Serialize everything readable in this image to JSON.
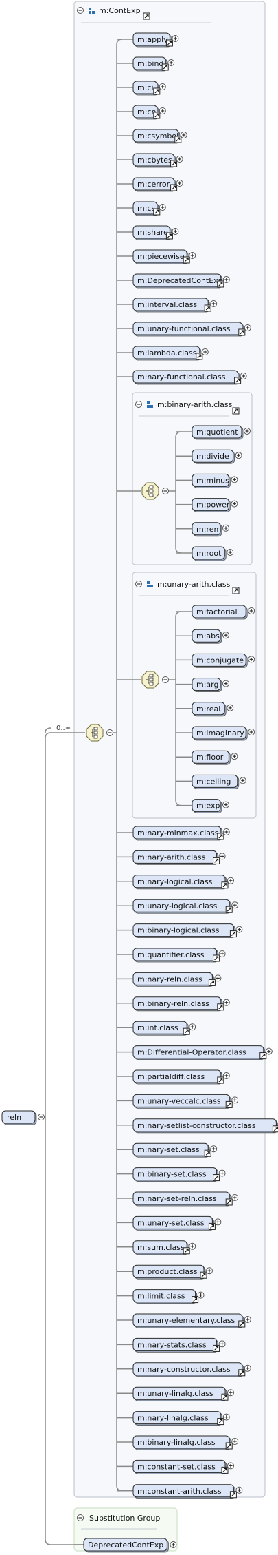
{
  "root": {
    "label": "reln"
  },
  "multiplicity": "0..∞",
  "group": {
    "title": "m:ContExp",
    "items_top": [
      "m:apply",
      "m:bind",
      "m:ci",
      "m:cn",
      "m:csymbol",
      "m:cbytes",
      "m:cerror",
      "m:cs",
      "m:share",
      "m:piecewise",
      "m:DeprecatedContExp",
      "m:interval.class",
      "m:unary-functional.class",
      "m:lambda.class",
      "m:nary-functional.class"
    ],
    "binary_arith": {
      "title": "m:binary-arith.class",
      "items": [
        "m:quotient",
        "m:divide",
        "m:minus",
        "m:power",
        "m:rem",
        "m:root"
      ]
    },
    "unary_arith": {
      "title": "m:unary-arith.class",
      "items": [
        "m:factorial",
        "m:abs",
        "m:conjugate",
        "m:arg",
        "m:real",
        "m:imaginary",
        "m:floor",
        "m:ceiling",
        "m:exp"
      ]
    },
    "items_bottom": [
      "m:nary-minmax.class",
      "m:nary-arith.class",
      "m:nary-logical.class",
      "m:unary-logical.class",
      "m:binary-logical.class",
      "m:quantifier.class",
      "m:nary-reln.class",
      "m:binary-reln.class",
      "m:int.class",
      "m:Differential-Operator.class",
      "m:partialdiff.class",
      "m:unary-veccalc.class",
      "m:nary-setlist-constructor.class",
      "m:nary-set.class",
      "m:binary-set.class",
      "m:nary-set-reln.class",
      "m:unary-set.class",
      "m:sum.class",
      "m:product.class",
      "m:limit.class",
      "m:unary-elementary.class",
      "m:nary-stats.class",
      "m:nary-constructor.class",
      "m:unary-linalg.class",
      "m:nary-linalg.class",
      "m:binary-linalg.class",
      "m:constant-set.class",
      "m:constant-arith.class"
    ]
  },
  "substitution": {
    "title": "Substitution Group",
    "items": [
      "DeprecatedContExp"
    ]
  }
}
